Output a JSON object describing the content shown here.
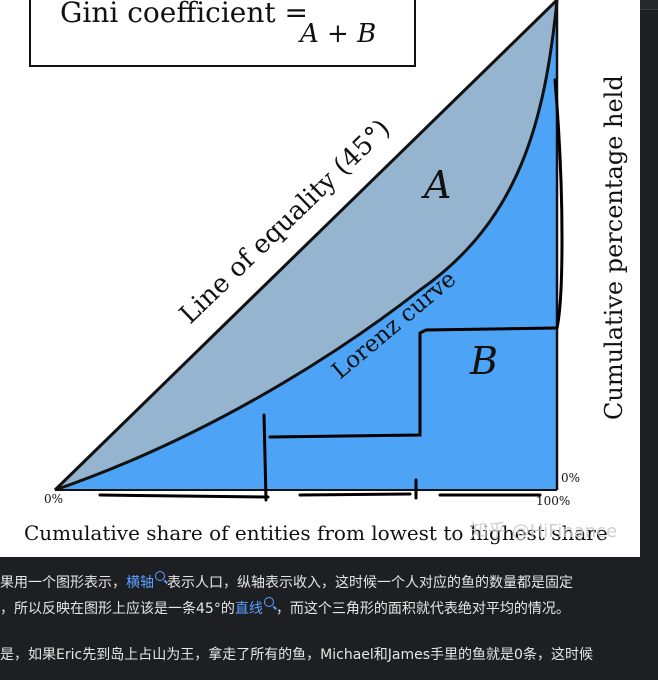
{
  "figure": {
    "formula_left": "Gini coefficient =",
    "formula_denominator": "A + B",
    "ylabel": "Cumulative percentage held",
    "xlabel": "Cumulative share of entities from lowest to highest share",
    "label_equality": "Line of equality (45°)",
    "label_lorenz": "Lorenz curve",
    "region_a": "A",
    "region_b": "B",
    "tick_origin": "0%",
    "tick_x_end": "100%",
    "tick_y_zero": "0%",
    "watermark": "知乎 @HiFinance",
    "colors": {
      "region_a": "#94b4d0",
      "region_b": "#4da3f5",
      "ink": "#111111"
    }
  },
  "article": {
    "line1_pre": "果用一个图形表示，",
    "line1_link": "横轴",
    "line1_post": "表示人口，纵轴表示收入，这时候一个人对应的鱼的数量都是固定",
    "line2_pre": "，所以反映在图形上应该是一条45°的",
    "line2_link": "直线",
    "line2_post": "，而这个三角形的面积就代表绝对平均的情况。",
    "line3": "是，如果Eric先到岛上占山为王，拿走了所有的鱼，Michael和James手里的鱼就是0条，这时候"
  }
}
